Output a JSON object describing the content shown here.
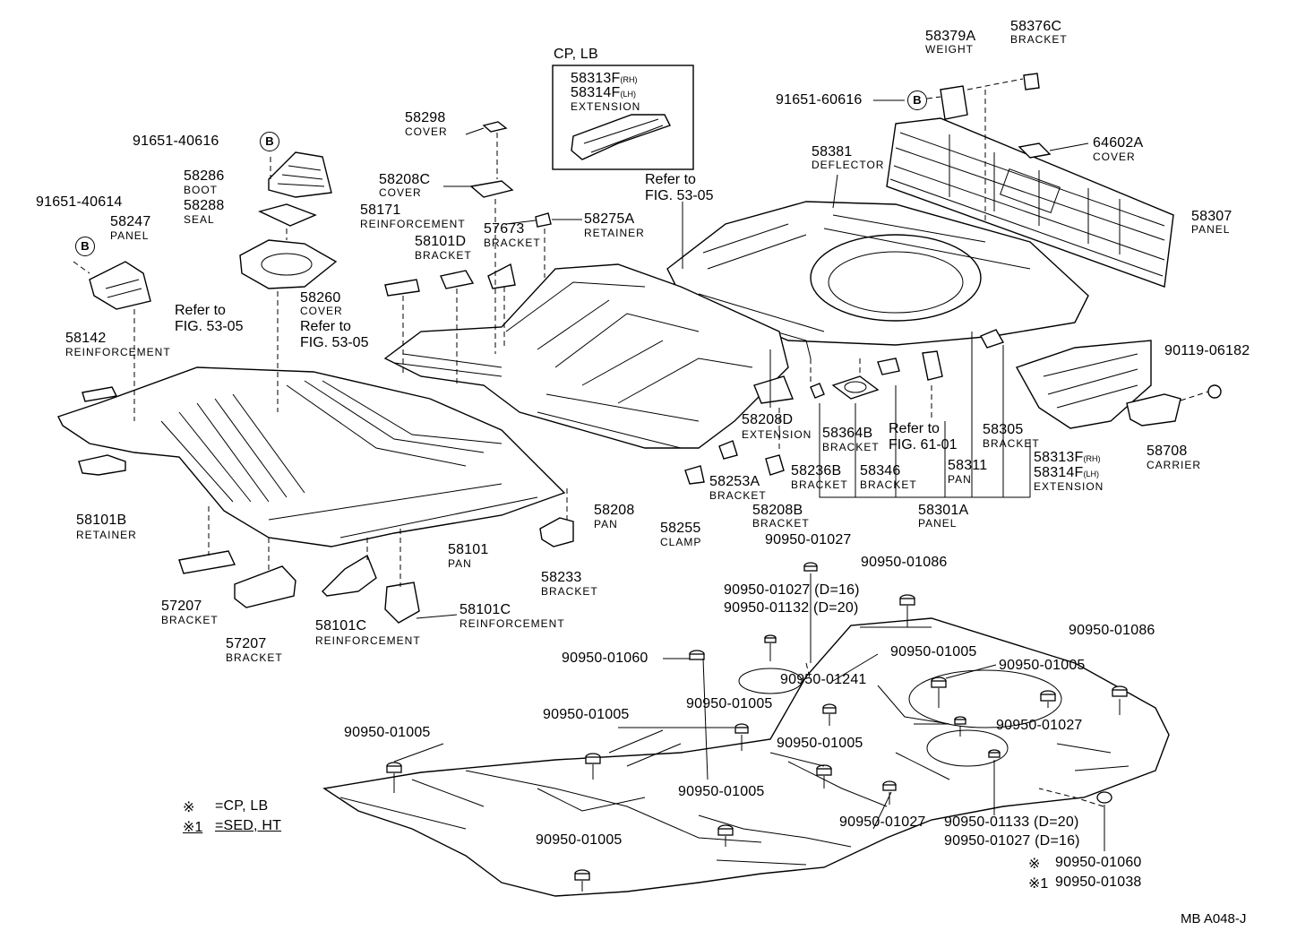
{
  "diagram_code": "MB A048-J",
  "inset": {
    "label": "CP, LB",
    "p1": "58313F",
    "p1s": "(RH)",
    "p2": "58314F",
    "p2s": "(LH)",
    "name": "EXTENSION"
  },
  "circle_mark": "B",
  "refs": {
    "fig5305": "Refer to\nFIG. 53-05",
    "fig6101": "Refer to\nFIG. 61-01"
  },
  "legend": {
    "sym1": "※",
    "text1": "=CP, LB",
    "sym2": "※1",
    "text2": "=SED, HT"
  },
  "parts": {
    "p58379A": {
      "num": "58379A",
      "name": "WEIGHT"
    },
    "p58376C": {
      "num": "58376C",
      "name": "BRACKET"
    },
    "p9165160616": {
      "num": "91651-60616"
    },
    "p64602A": {
      "num": "64602A",
      "name": "COVER"
    },
    "p58381": {
      "num": "58381",
      "name": "DEFLECTOR"
    },
    "p58307": {
      "num": "58307",
      "name": "PANEL"
    },
    "p58298": {
      "num": "58298",
      "name": "COVER"
    },
    "p9165140616": {
      "num": "91651-40616"
    },
    "p58286": {
      "num": "58286",
      "name": "BOOT"
    },
    "p58288": {
      "num": "58288",
      "name": "SEAL"
    },
    "p9165140614": {
      "num": "91651-40614"
    },
    "p58247": {
      "num": "58247",
      "name": "PANEL"
    },
    "p58208C": {
      "num": "58208C",
      "name": "COVER"
    },
    "p58171": {
      "num": "58171",
      "name": "REINFORCEMENT"
    },
    "p57673": {
      "num": "57673",
      "name": "BRACKET"
    },
    "p58275A": {
      "num": "58275A",
      "name": "RETAINER"
    },
    "p58101D": {
      "num": "58101D",
      "name": "BRACKET"
    },
    "p58260": {
      "num": "58260",
      "name": "COVER"
    },
    "p58142": {
      "num": "58142",
      "name": "REINFORCEMENT"
    },
    "p9011906182": {
      "num": "90119-06182"
    },
    "p58708": {
      "num": "58708",
      "name": "CARRIER"
    },
    "p58208D": {
      "num": "58208D",
      "name": "EXTENSION"
    },
    "p58364B": {
      "num": "58364B",
      "name": "BRACKET"
    },
    "p58305": {
      "num": "58305",
      "name": "BRACKET"
    },
    "p58313F": {
      "num1": "58313F",
      "s1": "(RH)",
      "num2": "58314F",
      "s2": "(LH)",
      "name": "EXTENSION"
    },
    "p58253A": {
      "num": "58253A",
      "name": "BRACKET"
    },
    "p58236B": {
      "num": "58236B",
      "name": "BRACKET"
    },
    "p58346": {
      "num": "58346",
      "name": "BRACKET"
    },
    "p58311": {
      "num": "58311",
      "name": "PAN"
    },
    "p58301A": {
      "num": "58301A",
      "name": "PANEL"
    },
    "p58101B": {
      "num": "58101B",
      "name": "RETAINER"
    },
    "p58208": {
      "num": "58208",
      "name": "PAN"
    },
    "p58255": {
      "num": "58255",
      "name": "CLAMP"
    },
    "p58208B": {
      "num": "58208B",
      "name": "BRACKET"
    },
    "p58101": {
      "num": "58101",
      "name": "PAN"
    },
    "p58233": {
      "num": "58233",
      "name": "BRACKET"
    },
    "p57207a": {
      "num": "57207",
      "name": "BRACKET"
    },
    "p57207b": {
      "num": "57207",
      "name": "BRACKET"
    },
    "p58101Cl": {
      "num": "58101C",
      "name": "REINFORCEMENT"
    },
    "p58101Cr": {
      "num": "58101C",
      "name": "REINFORCEMENT"
    }
  },
  "plugs": {
    "a": "90950-01027",
    "b": "90950-01086",
    "c": "90950-01027 (D=16)",
    "d": "90950-01132 (D=20)",
    "e": "90950-01060",
    "f": "90950-01086",
    "g": "90950-01005",
    "h": "90950-01005",
    "i": "90950-01241",
    "j": "90950-01005",
    "k": "90950-01005",
    "l": "90950-01027",
    "m": "90950-01005",
    "n": "90950-01005",
    "o": "90950-01005",
    "p": "90950-01027",
    "q": "90950-01133 (D=20)",
    "r": "90950-01027 (D=16)",
    "s": "90950-01060",
    "t": "90950-01038",
    "u": "90950-01005"
  },
  "plug_marks": {
    "s": "※",
    "t": "※1"
  }
}
